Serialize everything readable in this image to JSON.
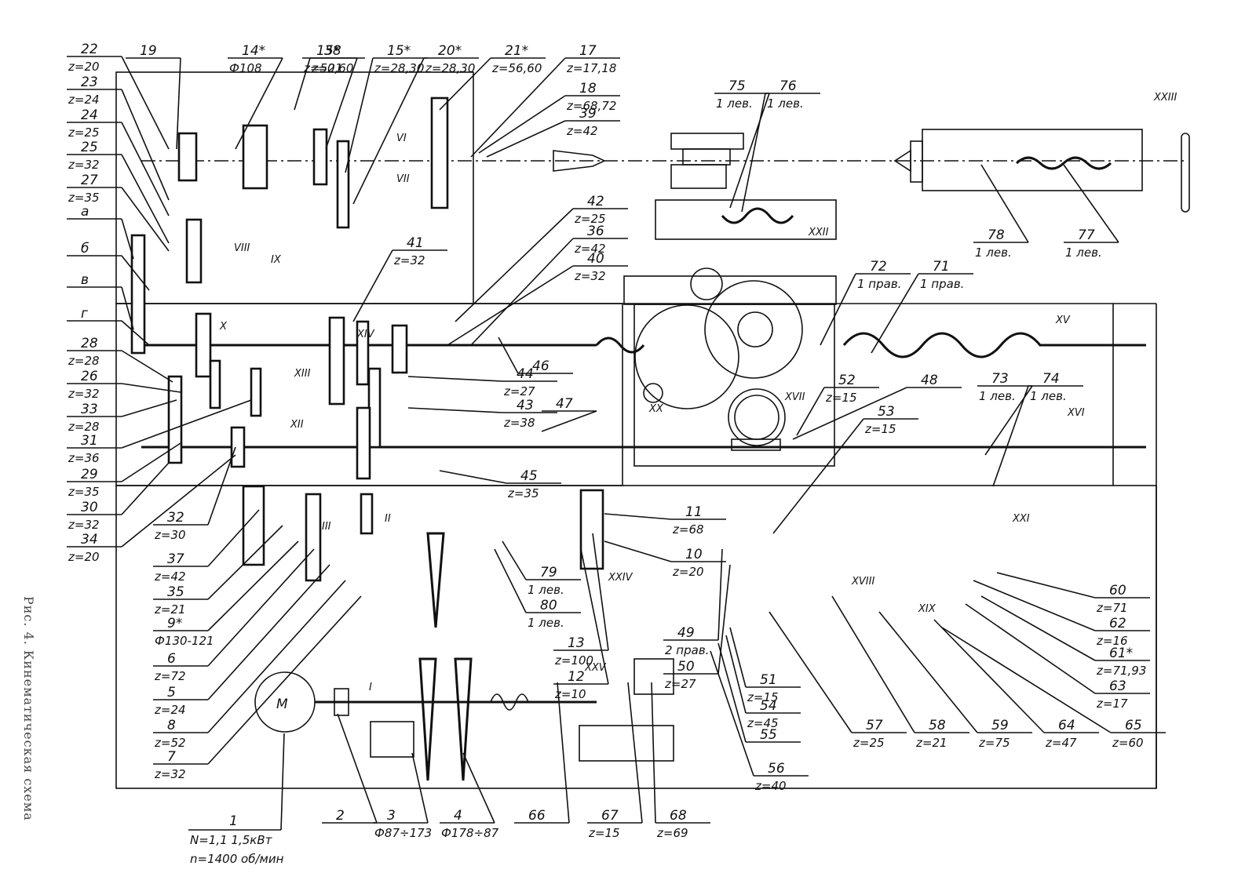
{
  "caption": "Рис. 4. Кинематическая схема",
  "motor": {
    "symbol": "M",
    "number": "1",
    "power": "N=1,1 1,5кВт",
    "speed": "n=1400 об/мин"
  },
  "shafts": [
    "I",
    "II",
    "III",
    "VI",
    "VII",
    "VIII",
    "IX",
    "X",
    "XII",
    "XIII",
    "XIV",
    "XV",
    "XVI",
    "XVII",
    "XVIII",
    "XIX",
    "XX",
    "XXI",
    "XXII",
    "XXIII",
    "XXIV",
    "XXV"
  ],
  "callouts": [
    {
      "num": "19",
      "spec": ""
    },
    {
      "num": "14*",
      "spec": "Ф108"
    },
    {
      "num": "38",
      "spec": "z=21"
    },
    {
      "num": "15*",
      "spec": "z=50,60"
    },
    {
      "num": "15*",
      "spec": "z=28,30"
    },
    {
      "num": "20*",
      "spec": "z=28,30"
    },
    {
      "num": "21*",
      "spec": "z=56,60"
    },
    {
      "num": "17",
      "spec": "z=17,18"
    },
    {
      "num": "18",
      "spec": "z=68,72"
    },
    {
      "num": "39",
      "spec": "z=42"
    },
    {
      "num": "22",
      "spec": "z=20"
    },
    {
      "num": "23",
      "spec": "z=24"
    },
    {
      "num": "24",
      "spec": "z=25"
    },
    {
      "num": "25",
      "spec": "z=32"
    },
    {
      "num": "27",
      "spec": "z=35"
    },
    {
      "num": "а",
      "spec": ""
    },
    {
      "num": "б",
      "spec": ""
    },
    {
      "num": "в",
      "spec": ""
    },
    {
      "num": "г",
      "spec": ""
    },
    {
      "num": "28",
      "spec": "z=28"
    },
    {
      "num": "26",
      "spec": "z=32"
    },
    {
      "num": "33",
      "spec": "z=28"
    },
    {
      "num": "31",
      "spec": "z=36"
    },
    {
      "num": "29",
      "spec": "z=35"
    },
    {
      "num": "30",
      "spec": "z=32"
    },
    {
      "num": "34",
      "spec": "z=20"
    },
    {
      "num": "42",
      "spec": "z=25"
    },
    {
      "num": "36",
      "spec": "z=42"
    },
    {
      "num": "40",
      "spec": "z=32"
    },
    {
      "num": "41",
      "spec": "z=32"
    },
    {
      "num": "44",
      "spec": "z=27"
    },
    {
      "num": "43",
      "spec": "z=38"
    },
    {
      "num": "46",
      "spec": ""
    },
    {
      "num": "47",
      "spec": ""
    },
    {
      "num": "45",
      "spec": "z=35"
    },
    {
      "num": "75",
      "spec": "1 лев."
    },
    {
      "num": "76",
      "spec": "1 лев."
    },
    {
      "num": "72",
      "spec": "1 прав."
    },
    {
      "num": "71",
      "spec": "1 прав."
    },
    {
      "num": "78",
      "spec": "1 лев."
    },
    {
      "num": "77",
      "spec": "1 лев."
    },
    {
      "num": "52",
      "spec": "z=15"
    },
    {
      "num": "48",
      "spec": ""
    },
    {
      "num": "53",
      "spec": "z=15"
    },
    {
      "num": "73",
      "spec": "1 лев."
    },
    {
      "num": "74",
      "spec": "1 лев."
    },
    {
      "num": "32",
      "spec": "z=30"
    },
    {
      "num": "37",
      "spec": "z=42"
    },
    {
      "num": "35",
      "spec": "z=21"
    },
    {
      "num": "9*",
      "spec": "Ф130-121"
    },
    {
      "num": "6",
      "spec": "z=72"
    },
    {
      "num": "5",
      "spec": "z=24"
    },
    {
      "num": "8",
      "spec": "z=52"
    },
    {
      "num": "7",
      "spec": "z=32"
    },
    {
      "num": "11",
      "spec": "z=68"
    },
    {
      "num": "10",
      "spec": "z=20"
    },
    {
      "num": "79",
      "spec": "1 лев."
    },
    {
      "num": "80",
      "spec": "1 лев."
    },
    {
      "num": "13",
      "spec": "z=100"
    },
    {
      "num": "12",
      "spec": "z=10"
    },
    {
      "num": "49",
      "spec": "2 прав."
    },
    {
      "num": "50",
      "spec": "z=27"
    },
    {
      "num": "51",
      "spec": "z=15"
    },
    {
      "num": "54",
      "spec": "z=45"
    },
    {
      "num": "55",
      "spec": ""
    },
    {
      "num": "56",
      "spec": "z=40"
    },
    {
      "num": "57",
      "spec": "z=25"
    },
    {
      "num": "58",
      "spec": "z=21"
    },
    {
      "num": "59",
      "spec": "z=75"
    },
    {
      "num": "64",
      "spec": "z=47"
    },
    {
      "num": "65",
      "spec": "z=60"
    },
    {
      "num": "60",
      "spec": "z=71"
    },
    {
      "num": "62",
      "spec": "z=16"
    },
    {
      "num": "61*",
      "spec": "z=71,93"
    },
    {
      "num": "63",
      "spec": "z=17"
    },
    {
      "num": "2",
      "spec": ""
    },
    {
      "num": "3",
      "spec": "Ф87÷173"
    },
    {
      "num": "4",
      "spec": "Ф178÷87"
    },
    {
      "num": "66",
      "spec": ""
    },
    {
      "num": "67",
      "spec": "z=15"
    },
    {
      "num": "68",
      "spec": "z=69"
    }
  ]
}
